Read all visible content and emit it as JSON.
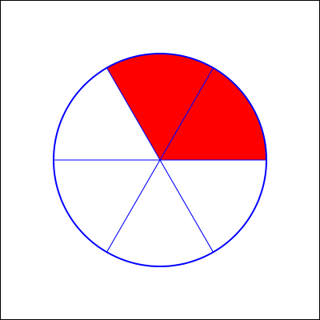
{
  "fraction_diagram": {
    "total_parts": 6,
    "shaded_parts": 2,
    "shaded_slice_indices": [
      0,
      1
    ],
    "shaded_color": "#ff0000",
    "unshaded_color": "#ffffff",
    "outline_color": "#0000ff"
  }
}
